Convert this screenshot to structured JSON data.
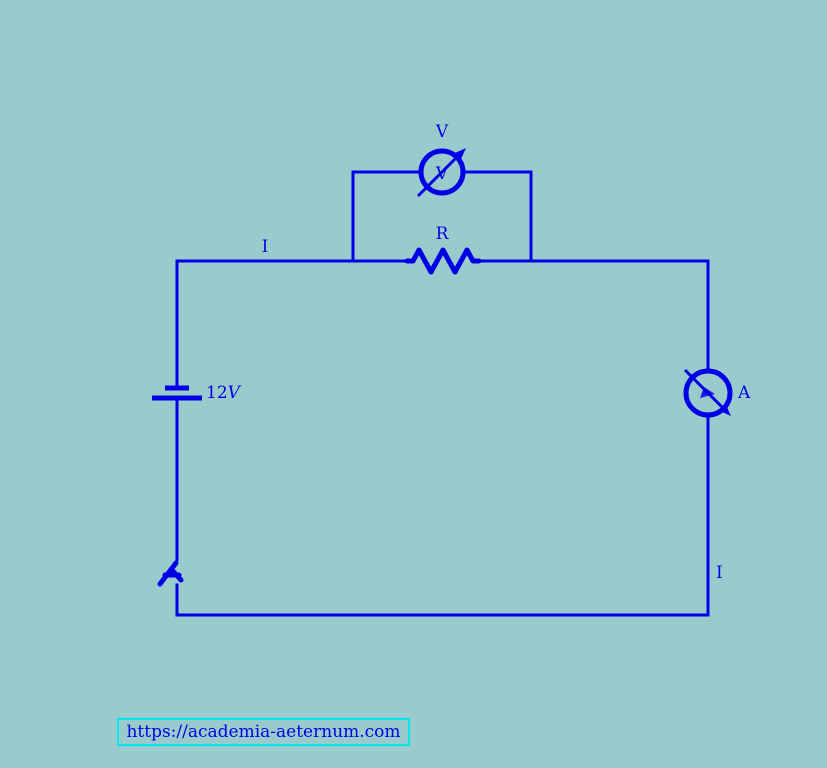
{
  "diagram": {
    "labels": {
      "voltmeter": "V",
      "voltmeter_symbol": "V",
      "resistor": "R",
      "current_top": "I",
      "current_right": "I",
      "battery_value": "12",
      "battery_unit": "V",
      "ammeter": "A"
    }
  },
  "footer": {
    "link_text": "https://academia-aeternum.com"
  },
  "colors": {
    "background": "#9acbcc",
    "wire": "#0000e6",
    "link_border": "#00e6f0"
  }
}
